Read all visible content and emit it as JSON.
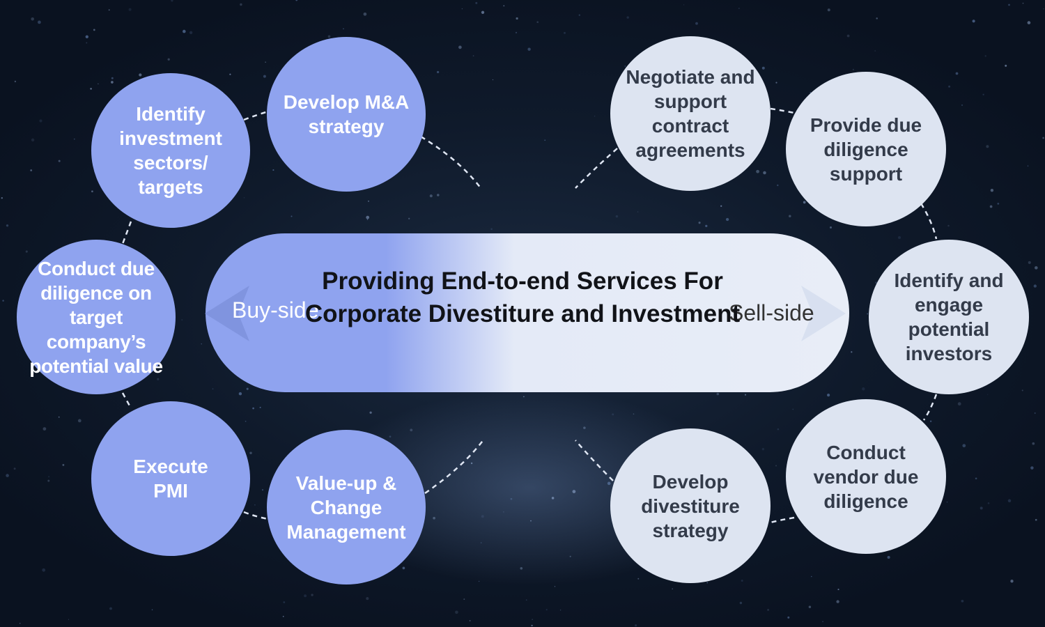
{
  "diagram": {
    "title": "Providing End-to-end Services For Corporate Divestiture and Investment",
    "buy_side_label": "Buy-side",
    "sell_side_label": "Sell-side",
    "buy_side_steps": [
      "Develop M&A strategy",
      "Identify investment sectors/ targets",
      "Conduct due diligence on target company’s potential value",
      "Execute PMI",
      "Value-up & Change Management"
    ],
    "sell_side_steps": [
      "Negotiate and support contract agreements",
      "Provide due diligence support",
      "Identify and engage potential investors",
      "Conduct vendor due diligence",
      "Develop divestiture strategy"
    ],
    "colors": {
      "buy_circle": "#8fa3ef",
      "sell_circle": "#dde4f1",
      "background": "#0f1a2b"
    }
  }
}
